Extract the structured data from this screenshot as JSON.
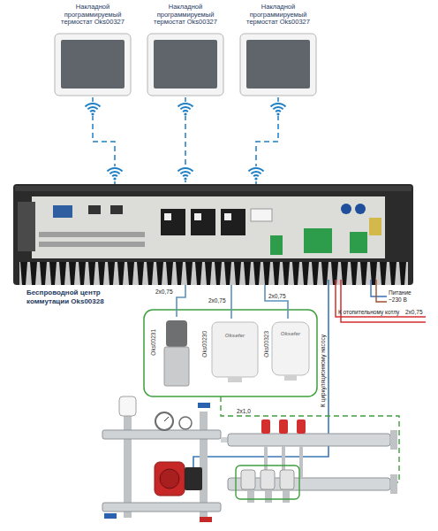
{
  "diagram": {
    "nodes": [
      {
        "text": [
          "Накладной программируемый термостат Oks00327"
        ]
      },
      {
        "text": [
          "Накладной программируемый термостат Oks00327"
        ]
      },
      {
        "text": [
          "Накладной программируемый термостат Oks00327"
        ]
      },
      {
        "text": [
          "Беспроводной центр коммутации Oks00328"
        ]
      },
      {
        "text": [
          "Oks00231"
        ]
      },
      {
        "text": [
          "Oks00230",
          "Oksefer"
        ]
      },
      {
        "text": [
          "Oks00323",
          "Oksefer"
        ]
      }
    ],
    "edges": [
      {
        "from": 0,
        "to": 3,
        "arrow": "none"
      },
      {
        "from": 1,
        "to": 3,
        "arrow": "none"
      },
      {
        "from": 2,
        "to": 3,
        "arrow": "none"
      },
      {
        "from": 3,
        "to": 4,
        "label": "2х0,75",
        "arrow": "none"
      },
      {
        "from": 3,
        "to": 5,
        "label": "2х0,75",
        "arrow": "none"
      },
      {
        "from": 3,
        "to": 6,
        "label": "2х0,75",
        "arrow": "none"
      }
    ],
    "labels": [
      "К отопительному котлу",
      "2х0,75",
      "К циркуляционному насосу",
      "Питание ~230 В",
      "2х1,0"
    ]
  }
}
